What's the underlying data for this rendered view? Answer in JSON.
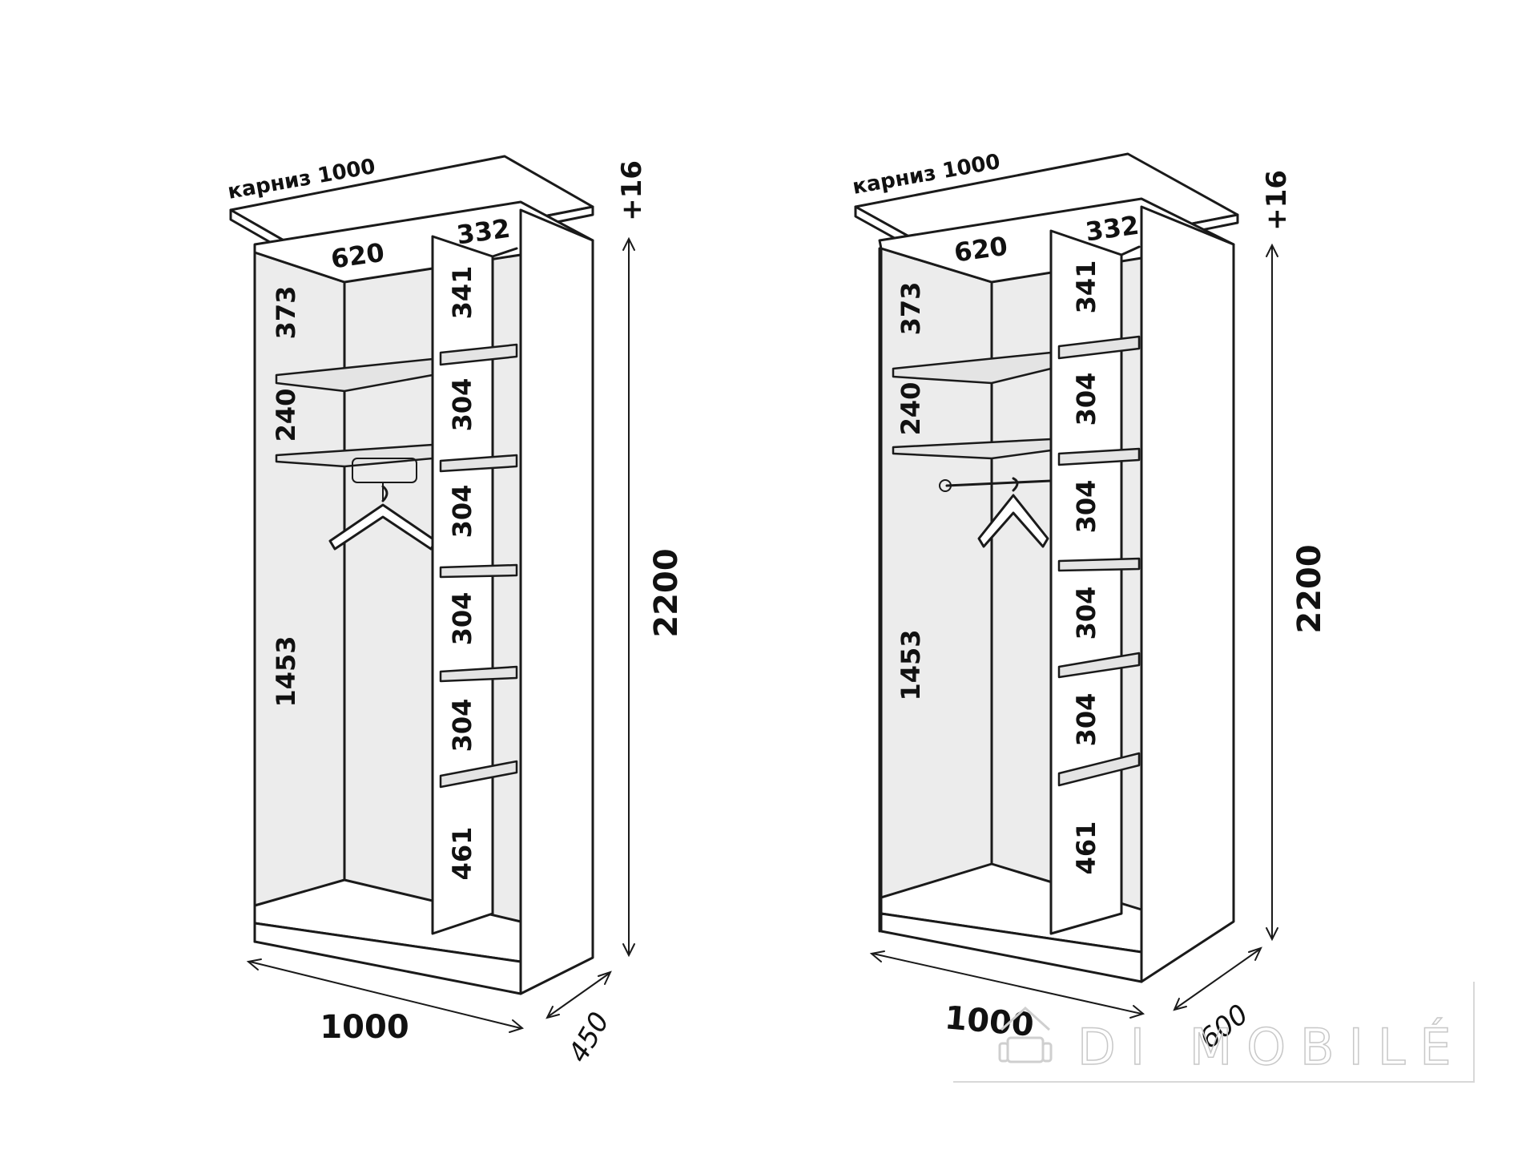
{
  "diagrams": [
    {
      "cornice_label": "карниз 1000",
      "dims": {
        "top_depth": "620",
        "side_top": "332",
        "left_top": "373",
        "left_mid": "240",
        "left_bottom": "1453",
        "right_1": "341",
        "right_2": "304",
        "right_3": "304",
        "right_4": "304",
        "right_5": "304",
        "right_6": "461",
        "height": "2200",
        "plus": "+16",
        "width": "1000",
        "depth": "450"
      }
    },
    {
      "cornice_label": "карниз 1000",
      "dims": {
        "top_depth": "620",
        "side_top": "332",
        "left_top": "373",
        "left_mid": "240",
        "left_bottom": "1453",
        "right_1": "341",
        "right_2": "304",
        "right_3": "304",
        "right_4": "304",
        "right_5": "304",
        "right_6": "461",
        "height": "2200",
        "plus": "+16",
        "width": "1000",
        "depth": "600"
      }
    }
  ],
  "watermark": "DI MOBILÉ",
  "colors": {
    "stroke": "#1a1a1a",
    "fill": "#ececec",
    "watermark": "#c8c8c8"
  },
  "icons": {
    "hanger_left": "pull-out-hanger-icon",
    "hanger_right": "rail-hanger-icon",
    "watermark_logo": "sofa-house-icon"
  }
}
